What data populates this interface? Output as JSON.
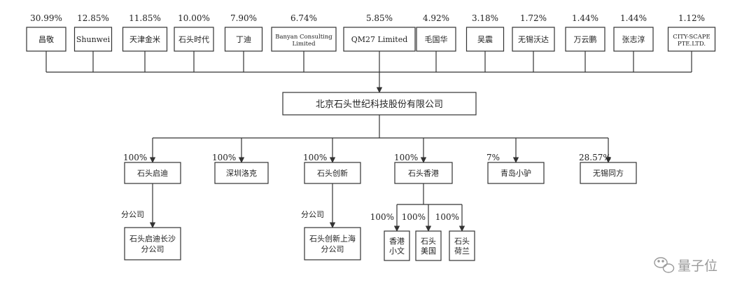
{
  "shareholders": [
    {
      "pct": "30.99%",
      "name": "昌敬"
    },
    {
      "pct": "12.85%",
      "name": "Shunwei"
    },
    {
      "pct": "11.85%",
      "name": "天津金米"
    },
    {
      "pct": "10.00%",
      "name": "石头时代"
    },
    {
      "pct": "7.90%",
      "name": "丁迪"
    },
    {
      "pct": "6.74%",
      "name": "Banyan Consulting Limited",
      "lines": [
        "Banyan Consulting",
        "Limited"
      ]
    },
    {
      "pct": "5.85%",
      "name": "QM27 Limited"
    },
    {
      "pct": "4.92%",
      "name": "毛国华"
    },
    {
      "pct": "3.18%",
      "name": "吴震"
    },
    {
      "pct": "1.72%",
      "name": "无锡沃达"
    },
    {
      "pct": "1.44%",
      "name": "万云鹏"
    },
    {
      "pct": "1.44%",
      "name": "张志淳"
    },
    {
      "pct": "1.12%",
      "name": "CITY-SCAPE PTE.LTD.",
      "lines": [
        "CITY-SCAPE",
        "PTE.LTD."
      ]
    }
  ],
  "company": {
    "name": "北京石头世纪科技股份有限公司"
  },
  "subsidiaries": [
    {
      "pct": "100%",
      "name": "石头启迪"
    },
    {
      "pct": "100%",
      "name": "深圳洛克"
    },
    {
      "pct": "100%",
      "name": "石头创新"
    },
    {
      "pct": "100%",
      "name": "石头香港"
    },
    {
      "pct": "7%",
      "name": "青岛小驴"
    },
    {
      "pct": "28.57%",
      "name": "无锡同方"
    }
  ],
  "branches": [
    {
      "label": "分公司",
      "parent": 0,
      "name": "石头启迪长沙分公司",
      "lines": [
        "石头启迪长沙",
        "分公司"
      ]
    },
    {
      "label": "分公司",
      "parent": 2,
      "name": "石头创新上海分公司",
      "lines": [
        "石头创新上海",
        "分公司"
      ]
    }
  ],
  "hk_subs": [
    {
      "pct": "100%",
      "name": "香港小文",
      "lines": [
        "香港",
        "小文"
      ]
    },
    {
      "pct": "100%",
      "name": "石头美国",
      "lines": [
        "石头",
        "美国"
      ]
    },
    {
      "pct": "100%",
      "name": "石头荷兰",
      "lines": [
        "石头",
        "荷兰"
      ]
    }
  ],
  "watermark": {
    "text": "量子位",
    "icon": "wechat-icon"
  }
}
